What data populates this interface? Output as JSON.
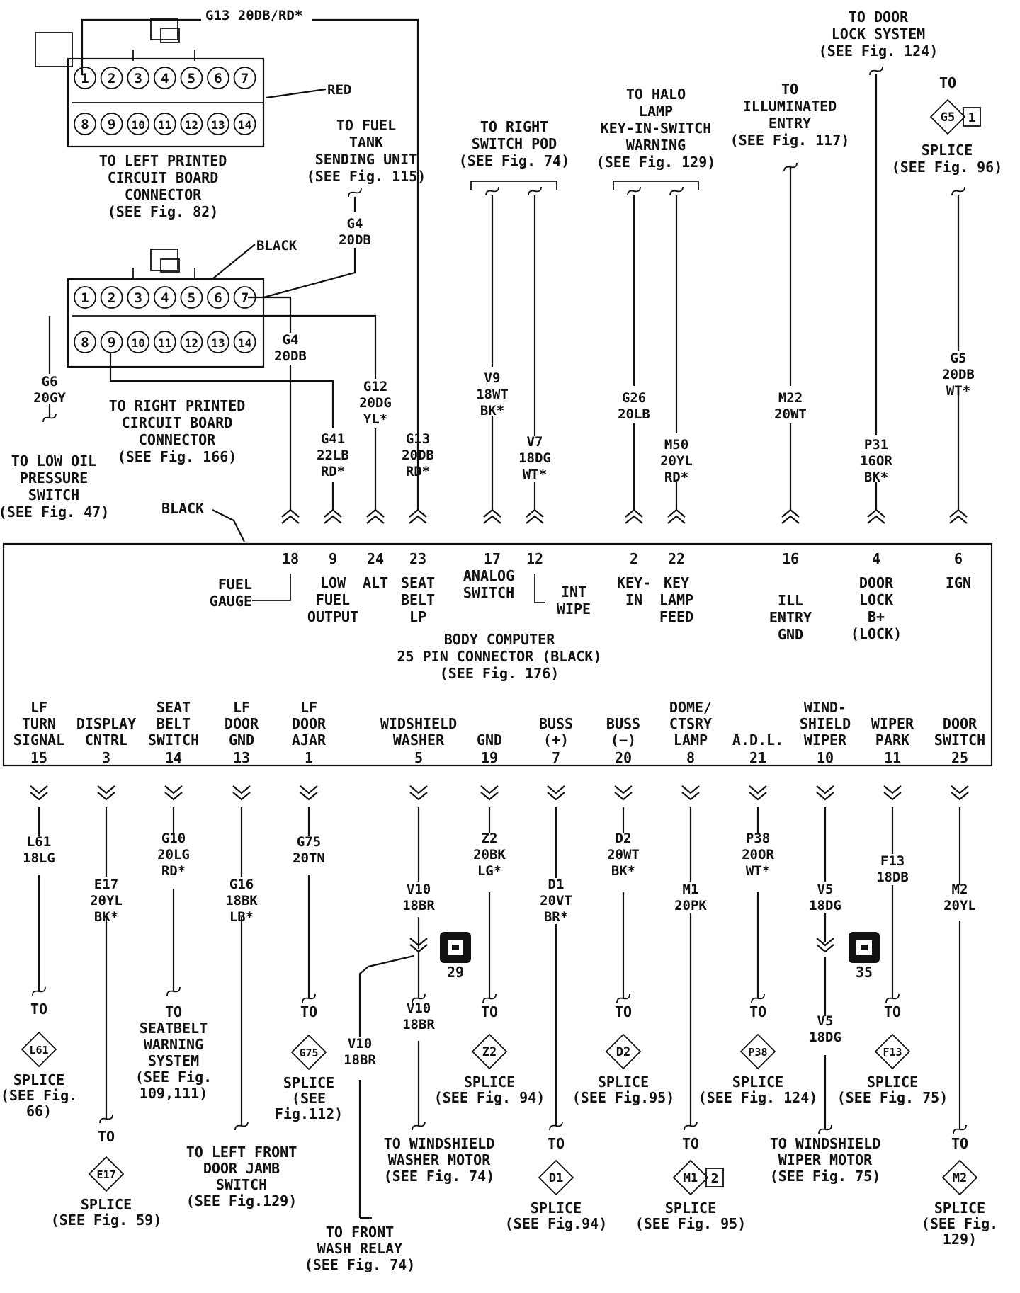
{
  "connectors": {
    "red": {
      "label": "RED",
      "pins_top": [
        "1",
        "2",
        "3",
        "4",
        "5",
        "6",
        "7"
      ],
      "pins_bottom": [
        "8",
        "9",
        "10",
        "11",
        "12",
        "13",
        "14"
      ],
      "dest": [
        "TO LEFT PRINTED",
        "CIRCUIT BOARD",
        "CONNECTOR",
        "(SEE Fig. 82)"
      ],
      "wire": "G13 20DB/RD*"
    },
    "black": {
      "label": "BLACK",
      "pins_top": [
        "1",
        "2",
        "3",
        "4",
        "5",
        "6",
        "7"
      ],
      "pins_bottom": [
        "8",
        "9",
        "10",
        "11",
        "12",
        "13",
        "14"
      ],
      "dest": [
        "TO RIGHT PRINTED",
        "CIRCUIT BOARD",
        "CONNECTOR",
        "(SEE Fig. 166)"
      ]
    }
  },
  "body_computer": {
    "label": "BLACK",
    "title": [
      "BODY COMPUTER",
      "25 PIN CONNECTOR (BLACK)",
      "(SEE Fig. 176)"
    ]
  },
  "top_callouts": [
    {
      "id": "fuel",
      "lines": [
        "TO FUEL",
        "TANK",
        "SENDING UNIT",
        "(SEE Fig. 115)"
      ]
    },
    {
      "id": "oil",
      "lines": [
        "TO LOW OIL",
        "PRESSURE",
        "SWITCH",
        "(SEE Fig. 47)"
      ]
    },
    {
      "id": "pod",
      "lines": [
        "TO RIGHT",
        "SWITCH POD",
        "(SEE Fig. 74)"
      ]
    },
    {
      "id": "halo",
      "lines": [
        "TO HALO",
        "LAMP",
        "KEY-IN-SWITCH",
        "WARNING",
        "(SEE Fig. 129)"
      ]
    },
    {
      "id": "illum",
      "lines": [
        "TO",
        "ILLUMINATED",
        "ENTRY",
        "(SEE Fig. 117)"
      ]
    },
    {
      "id": "doorlock",
      "lines": [
        "TO DOOR",
        "LOCK SYSTEM",
        "(SEE Fig. 124)"
      ]
    },
    {
      "id": "g5to",
      "lines": [
        "TO"
      ]
    },
    {
      "id": "g5sp",
      "lines": [
        "SPLICE",
        "(SEE Fig. 96)"
      ]
    }
  ],
  "top_wires": [
    {
      "id": "g6",
      "lines": [
        "G6",
        "20GY"
      ]
    },
    {
      "id": "g4a",
      "lines": [
        "G4",
        "20DB"
      ]
    },
    {
      "id": "g4b",
      "lines": [
        "G4",
        "20DB"
      ]
    },
    {
      "id": "g41",
      "lines": [
        "G41",
        "22LB",
        "RD*"
      ]
    },
    {
      "id": "g12",
      "lines": [
        "G12",
        "20DG",
        "YL*"
      ]
    },
    {
      "id": "g13",
      "lines": [
        "G13",
        "20DB",
        "RD*"
      ]
    },
    {
      "id": "v9",
      "lines": [
        "V9",
        "18WT",
        "BK*"
      ]
    },
    {
      "id": "v7",
      "lines": [
        "V7",
        "18DG",
        "WT*"
      ]
    },
    {
      "id": "g26",
      "lines": [
        "G26",
        "20LB"
      ]
    },
    {
      "id": "m50",
      "lines": [
        "M50",
        "20YL",
        "RD*"
      ]
    },
    {
      "id": "m22",
      "lines": [
        "M22",
        "20WT"
      ]
    },
    {
      "id": "p31",
      "lines": [
        "P31",
        "16OR",
        "BK*"
      ]
    },
    {
      "id": "g5",
      "lines": [
        "G5",
        "20DB",
        "WT*"
      ]
    }
  ],
  "top_pins": [
    {
      "num": "18",
      "name": [
        "FUEL",
        "GAUGE"
      ]
    },
    {
      "num": "9",
      "name": [
        "LOW",
        "FUEL",
        "OUTPUT"
      ]
    },
    {
      "num": "24",
      "name": [
        "ALT"
      ]
    },
    {
      "num": "23",
      "name": [
        "SEAT",
        "BELT",
        "LP"
      ]
    },
    {
      "num": "17",
      "name": [
        "ANALOG",
        "SWITCH"
      ]
    },
    {
      "num": "12",
      "name": [
        "INT",
        "WIPE"
      ]
    },
    {
      "num": "2",
      "name": [
        "KEY-",
        "IN"
      ]
    },
    {
      "num": "22",
      "name": [
        "KEY",
        "LAMP",
        "FEED"
      ]
    },
    {
      "num": "16",
      "name": [
        "ILL",
        "ENTRY",
        "GND"
      ]
    },
    {
      "num": "4",
      "name": [
        "DOOR",
        "LOCK",
        "B+",
        "(LOCK)"
      ]
    },
    {
      "num": "6",
      "name": [
        "IGN"
      ]
    }
  ],
  "bottom_pins": [
    {
      "num": "15",
      "name": [
        "LF",
        "TURN",
        "SIGNAL"
      ]
    },
    {
      "num": "3",
      "name": [
        "DISPLAY",
        "CNTRL"
      ]
    },
    {
      "num": "14",
      "name": [
        "SEAT",
        "BELT",
        "SWITCH"
      ]
    },
    {
      "num": "13",
      "name": [
        "LF",
        "DOOR",
        "GND"
      ]
    },
    {
      "num": "1",
      "name": [
        "LF",
        "DOOR",
        "AJAR"
      ]
    },
    {
      "num": "5",
      "name": [
        "WIDSHIELD",
        "WASHER"
      ]
    },
    {
      "num": "19",
      "name": [
        "GND"
      ]
    },
    {
      "num": "7",
      "name": [
        "BUSS",
        "(+)"
      ]
    },
    {
      "num": "20",
      "name": [
        "BUSS",
        "(−)"
      ]
    },
    {
      "num": "8",
      "name": [
        "DOME/",
        "CTSRY",
        "LAMP"
      ]
    },
    {
      "num": "21",
      "name": [
        "A.D.L."
      ]
    },
    {
      "num": "10",
      "name": [
        "WIND-",
        "SHIELD",
        "WIPER"
      ]
    },
    {
      "num": "11",
      "name": [
        "WIPER",
        "PARK"
      ]
    },
    {
      "num": "25",
      "name": [
        "DOOR",
        "SWITCH"
      ]
    }
  ],
  "bottom_wires": [
    {
      "id": "l61",
      "lines": [
        "L61",
        "18LG"
      ]
    },
    {
      "id": "e17",
      "lines": [
        "E17",
        "20YL",
        "BK*"
      ]
    },
    {
      "id": "g10",
      "lines": [
        "G10",
        "20LG",
        "RD*"
      ]
    },
    {
      "id": "g16",
      "lines": [
        "G16",
        "18BK",
        "LB*"
      ]
    },
    {
      "id": "g75",
      "lines": [
        "G75",
        "20TN"
      ]
    },
    {
      "id": "v10a",
      "lines": [
        "V10",
        "18BR"
      ]
    },
    {
      "id": "v10b",
      "lines": [
        "V10",
        "18BR"
      ]
    },
    {
      "id": "v10c",
      "lines": [
        "V10",
        "18BR"
      ]
    },
    {
      "id": "z2",
      "lines": [
        "Z2",
        "20BK",
        "LG*"
      ]
    },
    {
      "id": "d1",
      "lines": [
        "D1",
        "20VT",
        "BR*"
      ]
    },
    {
      "id": "d2",
      "lines": [
        "D2",
        "20WT",
        "BK*"
      ]
    },
    {
      "id": "m1",
      "lines": [
        "M1",
        "20PK"
      ]
    },
    {
      "id": "p38",
      "lines": [
        "P38",
        "20OR",
        "WT*"
      ]
    },
    {
      "id": "v5a",
      "lines": [
        "V5",
        "18DG"
      ]
    },
    {
      "id": "v5b",
      "lines": [
        "V5",
        "18DG"
      ]
    },
    {
      "id": "f13",
      "lines": [
        "F13",
        "18DB"
      ]
    },
    {
      "id": "m2",
      "lines": [
        "M2",
        "20YL"
      ]
    }
  ],
  "grounds": [
    {
      "id": "g29",
      "num": "29"
    },
    {
      "id": "g35",
      "num": "35"
    }
  ],
  "splices": [
    {
      "id": "l61",
      "tag": "L61",
      "lines": [
        "TO",
        "SPLICE",
        "(SEE Fig.",
        "66)"
      ]
    },
    {
      "id": "e17",
      "tag": "E17",
      "lines": [
        "TO",
        "SPLICE",
        "(SEE Fig. 59)"
      ]
    },
    {
      "id": "g75",
      "tag": "G75",
      "lines": [
        "TO",
        "SPLICE",
        "(SEE",
        "Fig.112)"
      ]
    },
    {
      "id": "z2",
      "tag": "Z2",
      "lines": [
        "TO",
        "SPLICE",
        "(SEE Fig. 94)"
      ]
    },
    {
      "id": "d1",
      "tag": "D1",
      "lines": [
        "TO",
        "SPLICE",
        "(SEE Fig.94)"
      ]
    },
    {
      "id": "d2",
      "tag": "D2",
      "lines": [
        "TO",
        "SPLICE",
        "(SEE Fig.95)"
      ]
    },
    {
      "id": "m1",
      "tag": "M1",
      "sub": "2",
      "lines": [
        "TO",
        "SPLICE",
        "(SEE Fig. 95)"
      ]
    },
    {
      "id": "p38",
      "tag": "P38",
      "lines": [
        "TO",
        "SPLICE",
        "(SEE Fig. 124)"
      ]
    },
    {
      "id": "f13",
      "tag": "F13",
      "lines": [
        "TO",
        "SPLICE",
        "(SEE Fig. 75)"
      ]
    },
    {
      "id": "m2",
      "tag": "M2",
      "lines": [
        "TO",
        "SPLICE",
        "(SEE Fig.",
        "129)"
      ]
    },
    {
      "id": "g5",
      "tag": "G5",
      "sub": "1",
      "lines": []
    }
  ],
  "bottom_callouts": [
    {
      "id": "seatbelt",
      "lines": [
        "TO",
        "SEATBELT",
        "WARNING",
        "SYSTEM",
        "(SEE Fig.",
        "109,111)"
      ]
    },
    {
      "id": "doorjamb",
      "lines": [
        "TO LEFT FRONT",
        "DOOR JAMB",
        "SWITCH",
        "(SEE Fig.129)"
      ]
    },
    {
      "id": "washmotor",
      "lines": [
        "TO WINDSHIELD",
        "WASHER MOTOR",
        "(SEE Fig. 74)"
      ]
    },
    {
      "id": "washrelay",
      "lines": [
        "TO FRONT",
        "WASH RELAY",
        "(SEE Fig. 74)"
      ]
    },
    {
      "id": "wipermotor",
      "lines": [
        "TO WINDSHIELD",
        "WIPER MOTOR",
        "(SEE Fig. 75)"
      ]
    }
  ]
}
